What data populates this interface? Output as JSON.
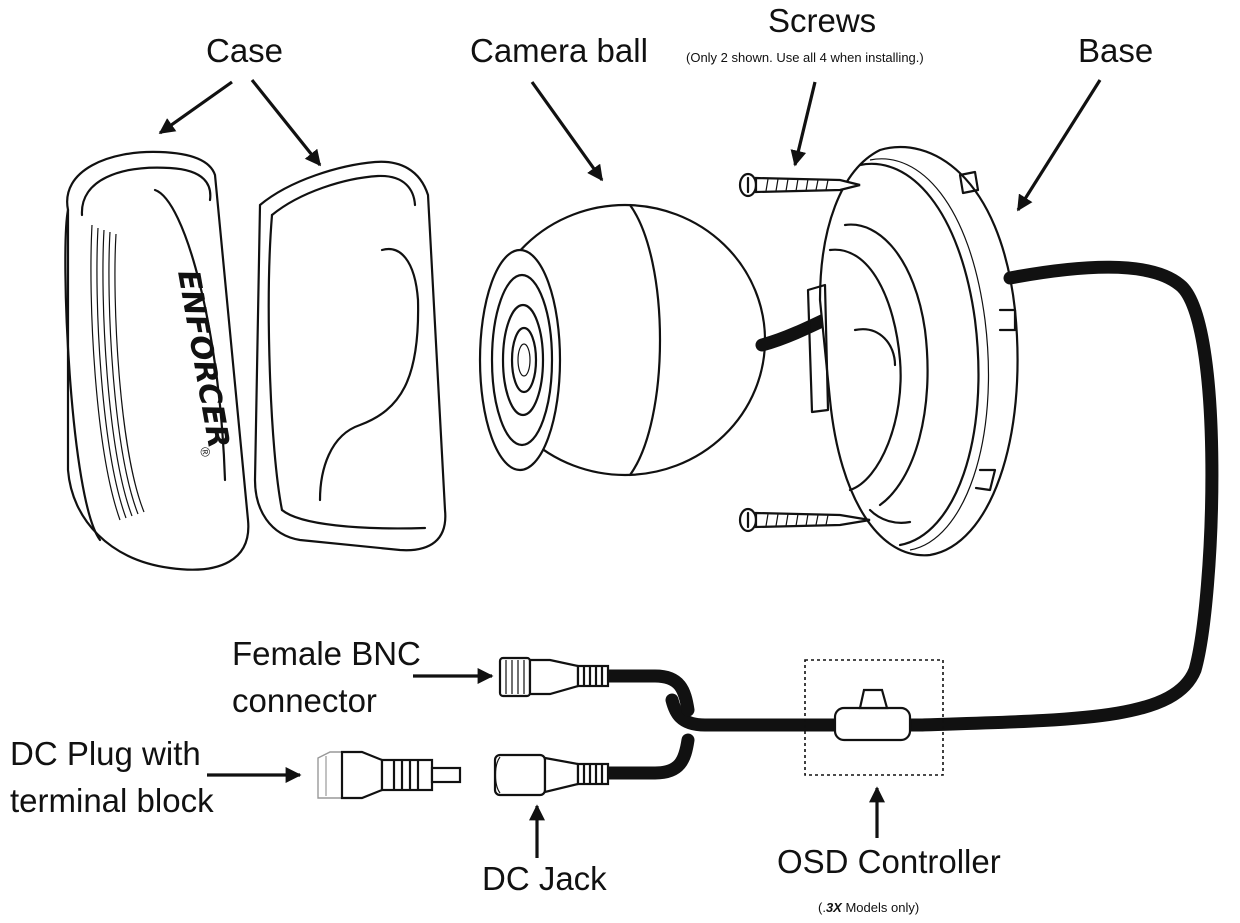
{
  "labels": {
    "case": "Case",
    "camera_ball": "Camera ball",
    "screws": "Screws",
    "screws_note": "(Only 2 shown. Use all 4 when installing.)",
    "base": "Base",
    "bnc_line1": "Female BNC",
    "bnc_line2": "connector",
    "dc_plug_line1": "DC Plug with",
    "dc_plug_line2": "terminal block",
    "dc_jack": "DC Jack",
    "osd_controller": "OSD Controller",
    "osd_note_prefix": "(.",
    "osd_note_model": "3X",
    "osd_note_suffix": " Models only)"
  },
  "brand": {
    "logo_text": "ENFORCER",
    "registered_mark": "®"
  },
  "colors": {
    "line": "#111111",
    "background": "#ffffff"
  }
}
